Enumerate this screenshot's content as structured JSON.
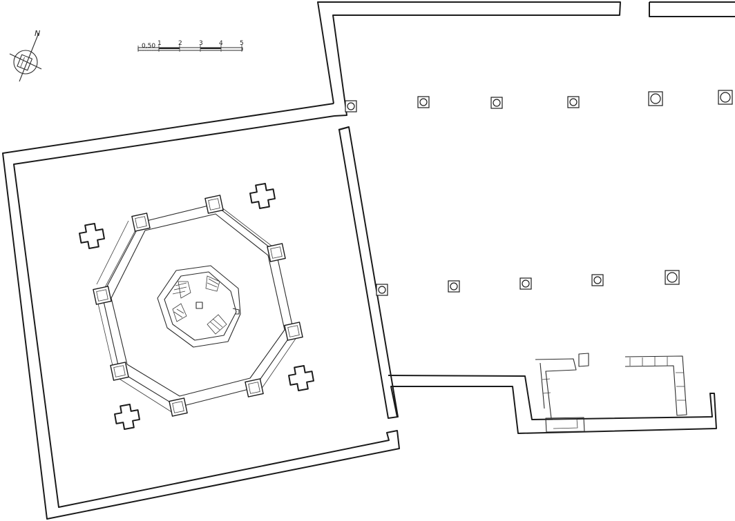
{
  "north_arrow": {
    "label": "N",
    "icon": "north-arrow-icon"
  },
  "scale_bar": {
    "tick_labels": [
      "0,50",
      "1",
      "2",
      "3",
      "4",
      "5"
    ]
  },
  "plan": {
    "octagon_piers": 8,
    "cross_piers": 4,
    "hall_column_rows": [
      6,
      5
    ]
  },
  "colors": {
    "ink": "#1a1a1a",
    "paper": "#ffffff"
  }
}
